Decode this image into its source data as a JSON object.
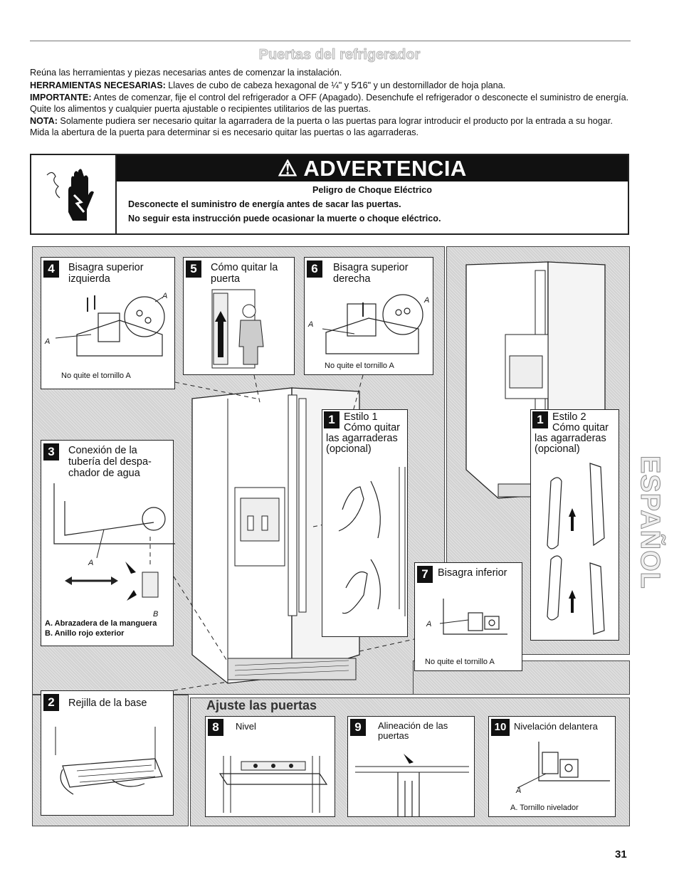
{
  "page": {
    "title": "Puertas del refrigerador",
    "number": "31",
    "side_label": "ESPAÑOL"
  },
  "intro": {
    "p1": "Reúna las herramientas y piezas necesarias antes de comenzar la instalación.",
    "tools_label": "HERRAMIENTAS NECESARIAS:",
    "tools_text": " Llaves de cubo de cabeza hexagonal de ¼\" y 5⁄16\" y un destornillador de hoja plana.",
    "important_label": "IMPORTANTE:",
    "important_text": " Antes de comenzar, fije el control del refrigerador a OFF (Apagado). Desenchufe el refrigerador o desconecte el suministro de energía. Quite los alimentos y cualquier puerta ajustable o recipientes utilitarios de las puertas.",
    "note_label": "NOTA:",
    "note_text": " Solamente pudiera ser necesario quitar la agarradera de la puerta o las puertas para lograr introducir el producto por la entrada a su hogar. Mida la abertura de la puerta para determinar si es necesario quitar las puertas o las agarraderas."
  },
  "warning": {
    "heading": "ADVERTENCIA",
    "line1": "Peligro de Choque Eléctrico",
    "line2": "Desconecte el suministro de energía antes de sacar las puertas.",
    "line3": "No seguir esta instrucción puede ocasionar la muerte o choque eléctrico."
  },
  "steps": {
    "s4": {
      "num": "4",
      "title": "Bisagra superior izquierda",
      "caption": "No quite el tornillo A",
      "label_a": "A"
    },
    "s5": {
      "num": "5",
      "title": "Cómo quitar la puerta"
    },
    "s6": {
      "num": "6",
      "title": "Bisagra superior derecha",
      "caption": "No quite el tornillo A",
      "label_a": "A"
    },
    "s3": {
      "num": "3",
      "title": "Conexión de la tubería del despa-chador de agua",
      "label_a": "A",
      "label_b": "B",
      "caption_a": "A. Abrazadera de la manguera",
      "caption_b": "B. Anillo rojo exterior"
    },
    "s1a": {
      "num": "1",
      "title1": "Estilo 1",
      "title2": "Cómo quitar",
      "title3": "las agarraderas",
      "title4": "(opcional)"
    },
    "s1b": {
      "num": "1",
      "title1": "Estilo 2",
      "title2": "Cómo quitar",
      "title3": "las agarraderas",
      "title4": "(opcional)"
    },
    "s7": {
      "num": "7",
      "title": "Bisagra inferior",
      "caption": "No quite el tornillo A",
      "label_a": "A"
    },
    "s2": {
      "num": "2",
      "title": "Rejilla de la base"
    },
    "adjust_title": "Ajuste las puertas",
    "s8": {
      "num": "8",
      "title": "Nivel"
    },
    "s9": {
      "num": "9",
      "title": "Alineación de las puertas"
    },
    "s10": {
      "num": "10",
      "title": "Nivelación delantera",
      "label_a": "A",
      "caption": "A. Tornillo nivelador"
    }
  },
  "colors": {
    "hatch": "#d2d2d2",
    "warning_bar": "#111111"
  }
}
